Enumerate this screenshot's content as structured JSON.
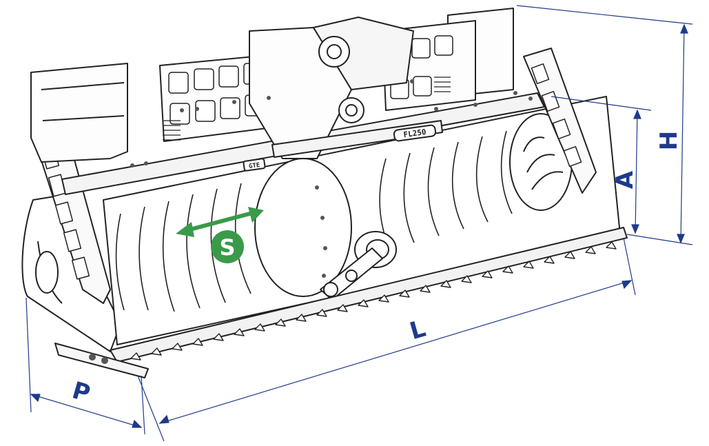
{
  "diagram": {
    "dimensions": {
      "H": "H",
      "A": "A",
      "L": "L",
      "P": "P"
    },
    "stroke_badge": "S",
    "plate_label": "FL250",
    "logo_text": "GTE"
  },
  "colors": {
    "dimension_line": "#1e3a8a",
    "badge_green": "#3a9a4a",
    "outline": "#222222"
  }
}
